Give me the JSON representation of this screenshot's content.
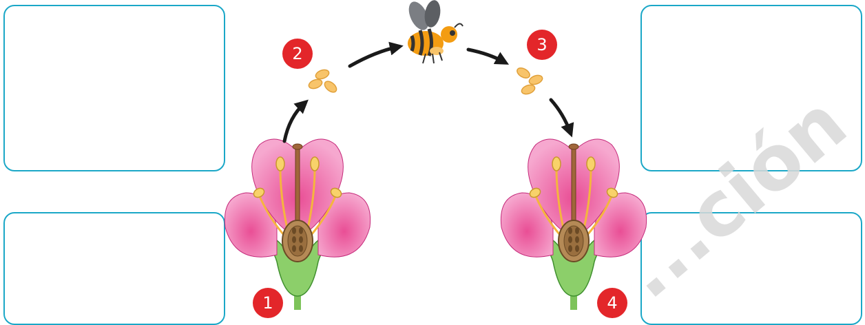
{
  "steps": [
    "1",
    "2",
    "3",
    "4"
  ],
  "watermark": "...ción",
  "colors": {
    "box_border": "#1aa7c7",
    "badge": "#e3262a",
    "petal": "#f089be",
    "pollen": "#f8c46a",
    "stem": "#7dc35a",
    "arrow": "#1a1a1a"
  },
  "icons": [
    "flower-icon",
    "bee-icon",
    "pollen-icon",
    "arrow-icon"
  ]
}
